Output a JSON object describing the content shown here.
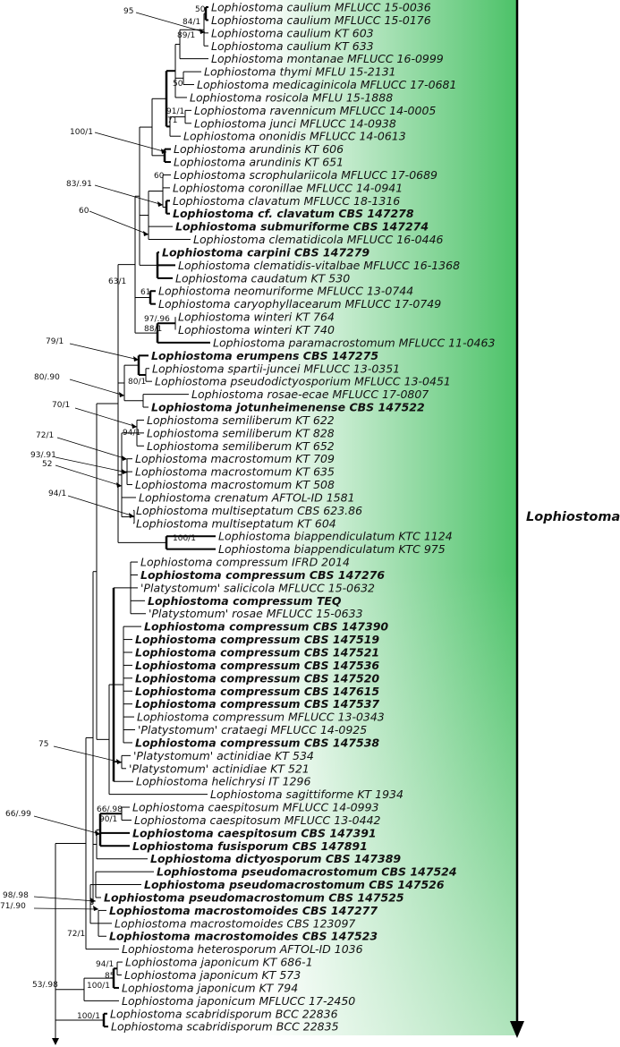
{
  "clade_label": "Lophiostoma",
  "colors": {
    "band_dark": "#4cc268",
    "band_light": "#ffffff",
    "line": "#000000"
  },
  "taxa": [
    {
      "name": "Lophiostoma caulium MFLUCC 15-0036",
      "bold": false
    },
    {
      "name": "Lophiostoma caulium MFLUCC 15-0176",
      "bold": false
    },
    {
      "name": "Lophiostoma caulium KT 603",
      "bold": false
    },
    {
      "name": "Lophiostoma caulium KT 633",
      "bold": false
    },
    {
      "name": "Lophiostoma montanae MFLUCC 16-0999",
      "bold": false
    },
    {
      "name": "Lophiostoma thymi MFLU 15-2131",
      "bold": false
    },
    {
      "name": "Lophiostoma medicaginicola MFLUCC 17-0681",
      "bold": false
    },
    {
      "name": "Lophiostoma rosicola MFLU 15-1888",
      "bold": false
    },
    {
      "name": "Lophiostoma ravennicum MFLUCC 14-0005",
      "bold": false
    },
    {
      "name": "Lophiostoma junci MFLUCC 14-0938",
      "bold": false
    },
    {
      "name": "Lophiostoma ononidis MFLUCC 14-0613",
      "bold": false
    },
    {
      "name": "Lophiostoma arundinis KT 606",
      "bold": false
    },
    {
      "name": "Lophiostoma arundinis KT 651",
      "bold": false
    },
    {
      "name": "Lophiostoma scrophulariicola MFLUCC 17-0689",
      "bold": false
    },
    {
      "name": "Lophiostoma coronillae MFLUCC 14-0941",
      "bold": false
    },
    {
      "name": "Lophiostoma clavatum MFLUCC 18-1316",
      "bold": false
    },
    {
      "name": "Lophiostoma cf. clavatum CBS 147278",
      "bold": true
    },
    {
      "name": "Lophiostoma submuriforme CBS 147274",
      "bold": true
    },
    {
      "name": "Lophiostoma clematidicola MFLUCC 16-0446",
      "bold": false
    },
    {
      "name": "Lophiostoma carpini CBS 147279",
      "bold": true
    },
    {
      "name": "Lophiostoma clematidis-vitalbae MFLUCC 16-1368",
      "bold": false
    },
    {
      "name": "Lophiostoma caudatum KT 530",
      "bold": false
    },
    {
      "name": "Lophiostoma neomuriforme MFLUCC 13-0744",
      "bold": false
    },
    {
      "name": "Lophiostoma caryophyllacearum MFLUCC 17-0749",
      "bold": false
    },
    {
      "name": "Lophiostoma winteri KT 764",
      "bold": false
    },
    {
      "name": "Lophiostoma winteri KT 740",
      "bold": false
    },
    {
      "name": "Lophiostoma paramacrostomum MFLUCC 11-0463",
      "bold": false
    },
    {
      "name": "Lophiostoma erumpens CBS 147275",
      "bold": true
    },
    {
      "name": "Lophiostoma spartii-juncei MFLUCC 13-0351",
      "bold": false
    },
    {
      "name": "Lophiostoma pseudodictyosporium MFLUCC 13-0451",
      "bold": false
    },
    {
      "name": "Lophiostoma rosae-ecae MFLUCC 17-0807",
      "bold": false
    },
    {
      "name": "Lophiostoma jotunheimenense CBS 147522",
      "bold": true
    },
    {
      "name": "Lophiostoma semiliberum KT 622",
      "bold": false
    },
    {
      "name": "Lophiostoma semiliberum KT 828",
      "bold": false
    },
    {
      "name": "Lophiostoma semiliberum KT 652",
      "bold": false
    },
    {
      "name": "Lophiostoma macrostomum KT 709",
      "bold": false
    },
    {
      "name": "Lophiostoma macrostomum KT 635",
      "bold": false
    },
    {
      "name": "Lophiostoma macrostomum KT 508",
      "bold": false
    },
    {
      "name": "Lophiostoma crenatum AFTOL-ID 1581",
      "bold": false
    },
    {
      "name": "Lophiostoma multiseptatum CBS 623.86",
      "bold": false
    },
    {
      "name": "Lophiostoma multiseptatum KT 604",
      "bold": false
    },
    {
      "name": "Lophiostoma biappendiculatum KTC 1124",
      "bold": false
    },
    {
      "name": "Lophiostoma biappendiculatum KTC 975",
      "bold": false
    },
    {
      "name": "Lophiostoma compressum IFRD 2014",
      "bold": false
    },
    {
      "name": "Lophiostoma compressum CBS 147276",
      "bold": true
    },
    {
      "name": "'Platystomum' salicicola MFLUCC 15-0632",
      "bold": false
    },
    {
      "name": "Lophiostoma compressum TEQ",
      "bold": true
    },
    {
      "name": "'Platystomum' rosae MFLUCC 15-0633",
      "bold": false
    },
    {
      "name": "Lophiostoma compressum CBS 147390",
      "bold": true
    },
    {
      "name": "Lophiostoma compressum CBS 147519",
      "bold": true
    },
    {
      "name": "Lophiostoma compressum CBS 147521",
      "bold": true
    },
    {
      "name": "Lophiostoma compressum CBS 147536",
      "bold": true
    },
    {
      "name": "Lophiostoma compressum CBS 147520",
      "bold": true
    },
    {
      "name": "Lophiostoma compressum CBS 147615",
      "bold": true
    },
    {
      "name": "Lophiostoma compressum CBS 147537",
      "bold": true
    },
    {
      "name": "Lophiostoma compressum MFLUCC 13-0343",
      "bold": false
    },
    {
      "name": "'Platystomum' crataegi MFLUCC 14-0925",
      "bold": false
    },
    {
      "name": "Lophiostoma compressum CBS 147538",
      "bold": true
    },
    {
      "name": "'Platystomum' actinidiae KT 534",
      "bold": false
    },
    {
      "name": "'Platystomum' actinidiae KT 521",
      "bold": false
    },
    {
      "name": "Lophiostoma helichrysi IT 1296",
      "bold": false
    },
    {
      "name": "Lophiostoma sagittiforme KT 1934",
      "bold": false
    },
    {
      "name": "Lophiostoma caespitosum MFLUCC 14-0993",
      "bold": false
    },
    {
      "name": "Lophiostoma caespitosum MFLUCC 13-0442",
      "bold": false
    },
    {
      "name": "Lophiostoma caespitosum CBS 147391",
      "bold": true
    },
    {
      "name": "Lophiostoma fusisporum CBS 147891",
      "bold": true
    },
    {
      "name": "Lophiostoma dictyosporum CBS 147389",
      "bold": true
    },
    {
      "name": "Lophiostoma pseudomacrostomum CBS 147524",
      "bold": true
    },
    {
      "name": "Lophiostoma pseudomacrostomum CBS 147526",
      "bold": true
    },
    {
      "name": "Lophiostoma pseudomacrostomum CBS 147525",
      "bold": true
    },
    {
      "name": "Lophiostoma macrostomoides CBS 147277",
      "bold": true
    },
    {
      "name": "Lophiostoma macrostomoides CBS 123097",
      "bold": false
    },
    {
      "name": "Lophiostoma macrostomoides CBS 147523",
      "bold": true
    },
    {
      "name": "Lophiostoma heterosporum AFTOL-ID 1036",
      "bold": false
    },
    {
      "name": "Lophiostoma japonicum KT 686-1",
      "bold": false
    },
    {
      "name": "Lophiostoma japonicum KT 573",
      "bold": false
    },
    {
      "name": "Lophiostoma japonicum KT 794",
      "bold": false
    },
    {
      "name": "Lophiostoma japonicum MFLUCC 17-2450",
      "bold": false
    },
    {
      "name": "Lophiostoma scabridisporum BCC 22836",
      "bold": false
    },
    {
      "name": "Lophiostoma scabridisporum BCC 22835",
      "bold": false
    }
  ],
  "support_values": [
    "95",
    "50",
    "84/1",
    "89/1",
    "50",
    "91/1",
    "71",
    "100/1",
    "60",
    "83/.91",
    "60",
    "63/1",
    "61",
    "97/.96",
    "88/1",
    "79/1",
    "80/1",
    "80/.90",
    "70/1",
    "94/1",
    "72/1",
    "93/.91",
    "52",
    "94/1",
    "100/1",
    "75",
    "66/.98",
    "90/1",
    "66/.99",
    "98/.98",
    "71/.90",
    "72/1",
    "94/1",
    "85",
    "100/1",
    "53/.98",
    "100/1"
  ]
}
